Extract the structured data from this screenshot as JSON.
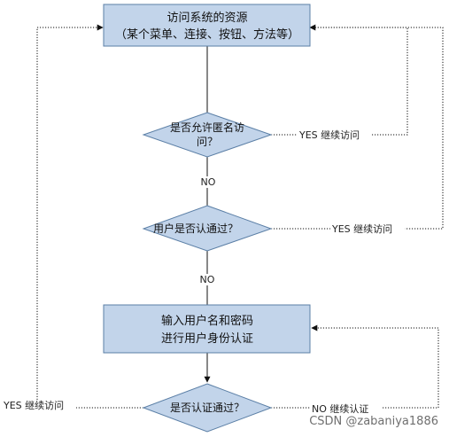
{
  "nodes": {
    "access_resource": {
      "line1": "访问系统的资源",
      "line2": "（某个菜单、连接、按钮、方法等）"
    },
    "allow_anonymous": {
      "line1": "是否允许匿名访",
      "line2": "问？"
    },
    "user_authenticated": {
      "line1": "用户是否认通过？"
    },
    "enter_credentials": {
      "line1": "输入用户名和密码",
      "line2": "进行用户身份认证"
    },
    "auth_passed": {
      "line1": "是否认证通过？"
    }
  },
  "edge_labels": {
    "anon_yes": "YES  继续访问",
    "anon_no": "NO",
    "user_yes": "YES  继续访问",
    "user_no": "NO",
    "auth_yes": "YES  继续访问",
    "auth_no": "NO  继续认证"
  },
  "watermark": "CSDN @zabaniya1886",
  "colors": {
    "node_fill": "#c2d4ea",
    "node_border": "#5b7fa6",
    "line": "#111111"
  }
}
